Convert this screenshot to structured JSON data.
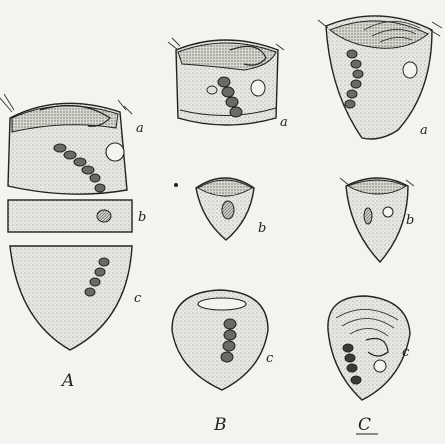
{
  "figure": {
    "columns": [
      {
        "caption": "A",
        "parts": [
          "a",
          "b",
          "c"
        ]
      },
      {
        "caption": "B",
        "parts": [
          "a",
          "b",
          "c"
        ]
      },
      {
        "caption": "C",
        "parts": [
          "a",
          "b",
          "c"
        ]
      }
    ]
  },
  "colors": {
    "ink": "#222222",
    "paper": "#f3f3ef",
    "stipple": "#9a9a94"
  }
}
